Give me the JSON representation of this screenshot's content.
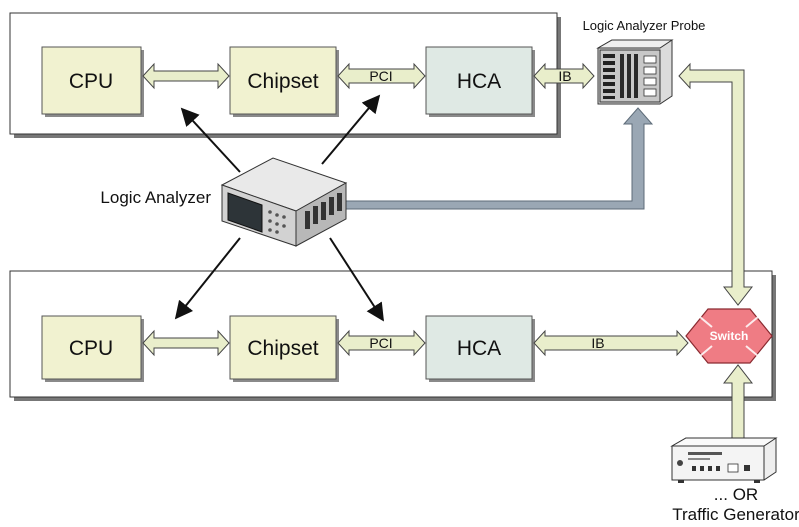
{
  "blocks": {
    "cpu": "CPU",
    "chipset": "Chipset",
    "hca": "HCA"
  },
  "buses": {
    "pci": "PCI",
    "ib": "IB"
  },
  "labels": {
    "logic_analyzer": "Logic Analyzer",
    "logic_analyzer_probe": "Logic Analyzer Probe",
    "switch": "Switch",
    "or": "... OR",
    "traffic_generator": "Traffic Generator"
  },
  "colors": {
    "block_fill": "#f1f2d0",
    "hca_fill": "#dfe9e4",
    "switch_fill": "#ef7c84",
    "arrow_fill": "#e9eecb",
    "gray_arrow": "#9aa7b4"
  }
}
